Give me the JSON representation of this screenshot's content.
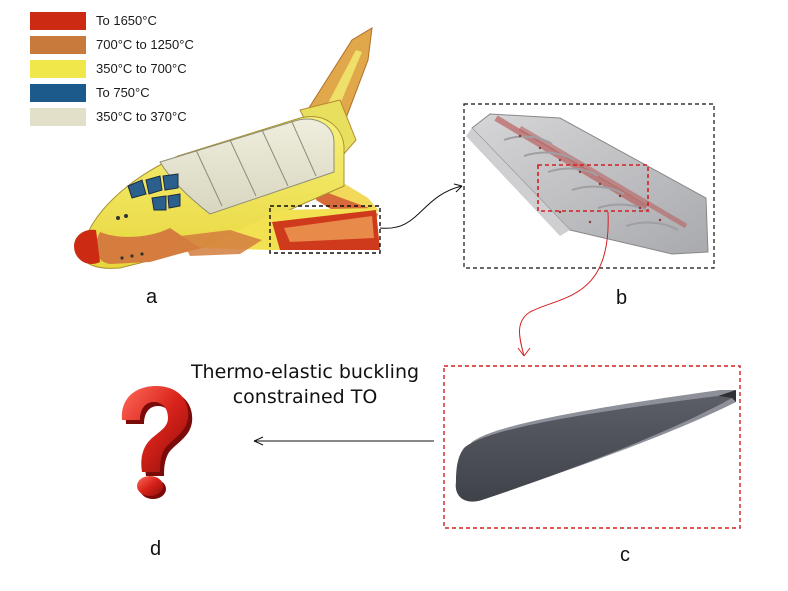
{
  "legend": {
    "items": [
      {
        "label": "To 1650°C",
        "color": "#cc2a12"
      },
      {
        "label": "700°C to 1250°C",
        "color": "#c87a3c"
      },
      {
        "label": "350°C to 700°C",
        "color": "#f0e84a"
      },
      {
        "label": "To 750°C",
        "color": "#1d5a8c"
      },
      {
        "label": "350°C to 370°C",
        "color": "#e2e0c8"
      }
    ]
  },
  "panels": {
    "a": "a",
    "b": "b",
    "c": "c",
    "d": "d"
  },
  "arrow_caption": {
    "line1": "Thermo-elastic buckling",
    "line2": "constrained TO"
  },
  "colors": {
    "black_frame": "#111111",
    "red_frame": "#d42020",
    "airfoil": "#4a4d55"
  }
}
